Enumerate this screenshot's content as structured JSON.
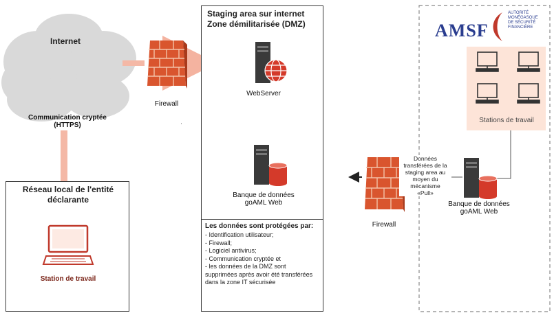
{
  "internet": {
    "label": "Internet",
    "comm_line1": "Communication cryptée",
    "comm_line2": "(HTTPS)"
  },
  "firewall_left": {
    "label": "Firewall"
  },
  "firewall_right": {
    "label": "Firewall"
  },
  "dmz": {
    "title_line1": "Staging area sur internet",
    "title_line2": "Zone démilitarisée (DMZ)",
    "webserver_label": "WebServer",
    "db_label_line1": "Banque de données",
    "db_label_line2": "goAML Web"
  },
  "protection": {
    "title": "Les données sont protégées par:",
    "items": [
      "- Identification utilisateur;",
      "- Firewall;",
      "- Logiciel antivirus;",
      "- Communication cryptée et",
      "- les données de la DMZ sont",
      "supprimées après avoir été transférées",
      "dans la zone IT sécurisée"
    ]
  },
  "local": {
    "title_line1": "Réseau local de l'entité",
    "title_line2": "déclarante",
    "station_label": "Station de travail"
  },
  "amsf": {
    "logo_text": "AMSF",
    "subtitle_lines": [
      "AUTORITÉ",
      "MONÉGASQUE",
      "DE SÉCURITÉ",
      "FINANCIÈRE"
    ],
    "stations_label": "Stations de travail",
    "db_label_line1": "Banque de données",
    "db_label_line2": "goAML Web"
  },
  "transfer_note": [
    "Données",
    "transférées de la",
    "staging area au",
    "moyen du",
    "mécanisme",
    "«Pull»"
  ],
  "colors": {
    "salmon": "#f4a58f",
    "red": "#c0392b",
    "dark": "#333333",
    "cloud": "#d6d6d6",
    "station_panel": "#fde4d8",
    "amsf_blue": "#2a3d8f"
  }
}
